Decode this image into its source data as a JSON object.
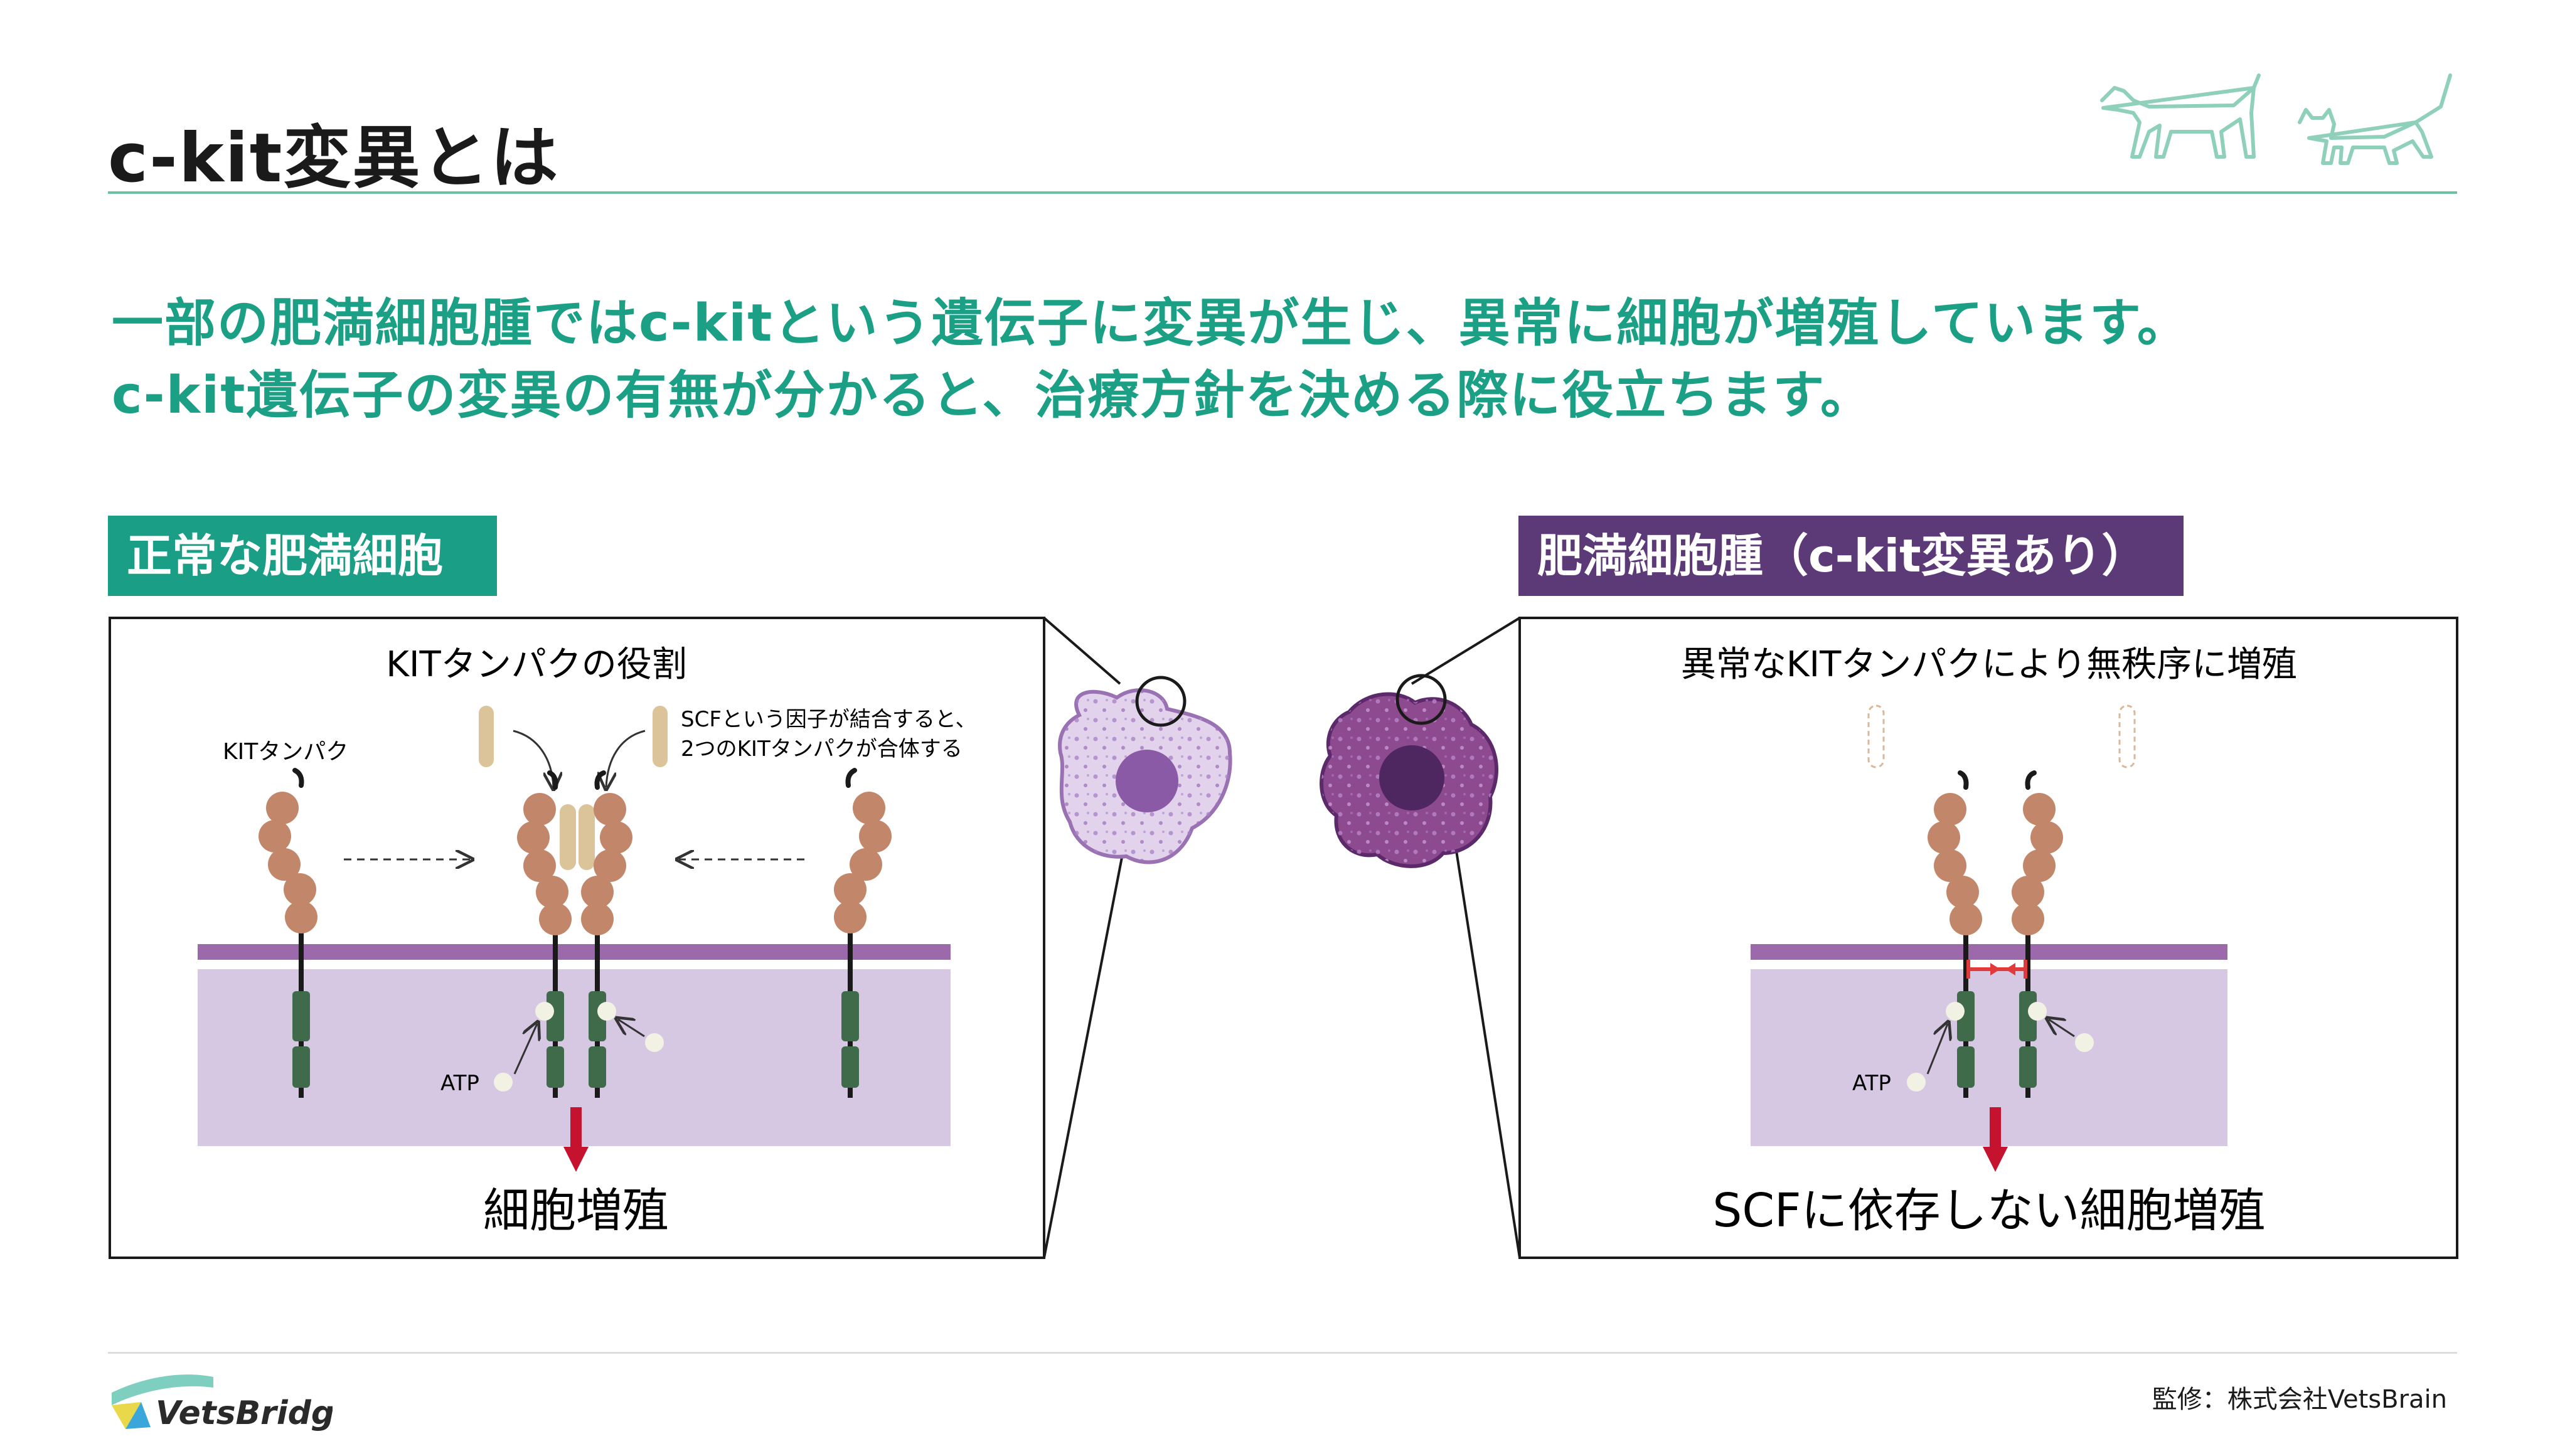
{
  "page": {
    "title": "c-kit変異とは",
    "lead_line1": "一部の肥満細胞腫ではc-kitという遺伝子に変異が生じ、異常に細胞が増殖しています。",
    "lead_line2": "c-kit遺伝子の変異の有無が分かると、治療方針を決める際に役立ちます。",
    "credit": "監修：株式会社VetsBrain",
    "logo_text": "VetsBridge"
  },
  "normal": {
    "label": "正常な肥満細胞",
    "panel_title": "KITタンパクの役割",
    "kit_label": "KITタンパク",
    "scf_note_line1": "SCFという因子が結合すると、",
    "scf_note_line2": "2つのKITタンパクが合体する",
    "atp_label": "ATP",
    "result": "細胞増殖"
  },
  "tumor": {
    "label": "肥満細胞腫（c-kit変異あり）",
    "panel_title": "異常なKITタンパクにより無秩序に増殖",
    "atp_label": "ATP",
    "result": "SCFに依存しない細胞増殖"
  },
  "colors": {
    "accent_green": "#1ba085",
    "tumor_purple": "#5c3a78",
    "membrane": "#9c6aab",
    "cytoplasm": "#d6c8e2",
    "receptor_bead": "#c2876a",
    "kinase_domain": "#3f6b4a",
    "scf": "#dbc49a",
    "arrow_red": "#c4122f"
  },
  "icons": [
    "dog-outline-icon",
    "cat-outline-icon",
    "vetsbridge-logo-icon"
  ]
}
